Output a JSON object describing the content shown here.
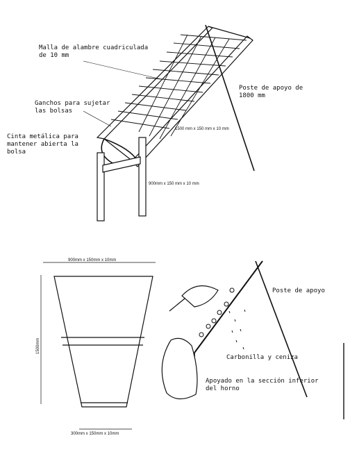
{
  "colors": {
    "ink": "#111111",
    "paper": "#ffffff"
  },
  "top_view": {
    "mesh_label": "Malla de alambre cuadriculada\nde 10 mm",
    "hooks_label": "Ganchos para sujetar\nlas bolsas",
    "band_label": "Cinta metálica para\nmantener abierta la\nbolsa",
    "post_label": "Poste de apoyo de\n1800 mm",
    "frame_dim": "1500 mm x 150 mm x 10 mm",
    "leg_dim": "900mm x 150 mm x 10 mm"
  },
  "plan_view": {
    "top_dim": "900mm x 150mm x 10mm",
    "height_dim": "1500mm",
    "bottom_dim": "300mm x 150mm x 10mm"
  },
  "side_view": {
    "post_label": "Poste de apoyo",
    "ash_label": "Carbonilla y ceniza",
    "support_label": "Apoyado en la sección inferior\ndel horno"
  }
}
